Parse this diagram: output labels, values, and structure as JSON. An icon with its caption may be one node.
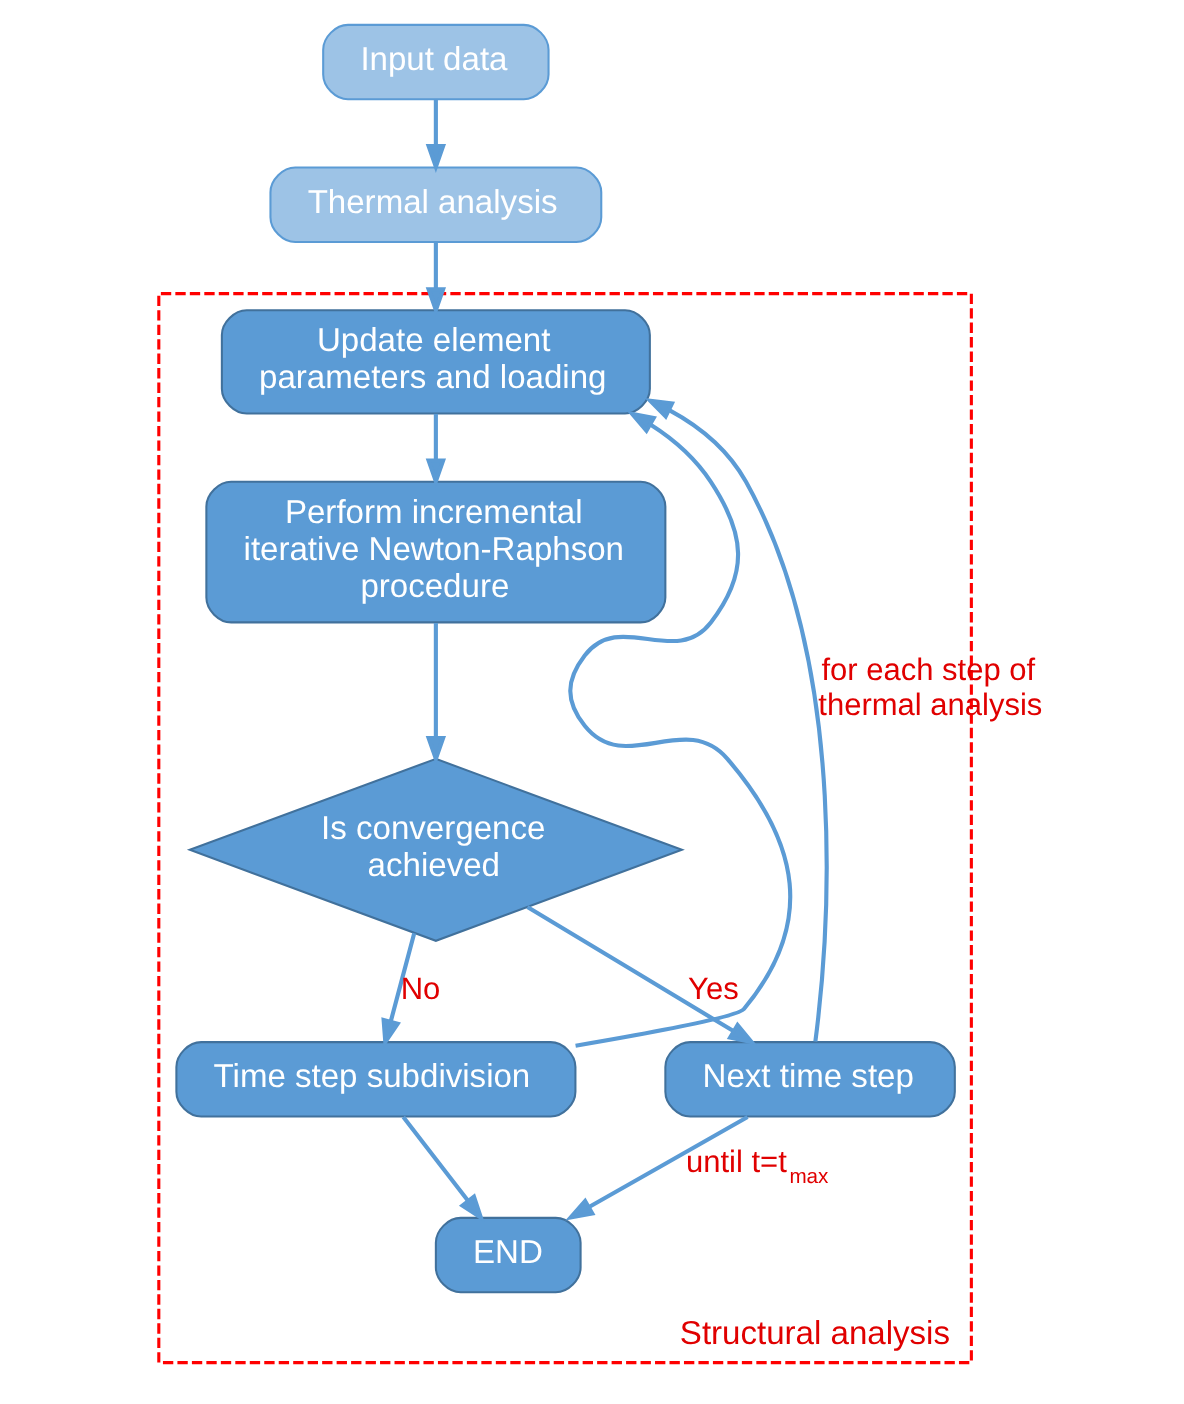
{
  "diagram": {
    "nodes": [
      {
        "text": [
          "Input data"
        ]
      },
      {
        "text": [
          "Thermal analysis"
        ]
      },
      {
        "text": [
          "Structural analysis"
        ]
      },
      {
        "text": [
          "Update element parameters and loading"
        ],
        "in": 2
      },
      {
        "text": [
          "Perform incremental iterative Newton-Raphson procedure"
        ],
        "in": 2
      },
      {
        "text": [
          "Is convergence achieved"
        ],
        "in": 2
      },
      {
        "text": [
          "Time step subdivision"
        ],
        "in": 2
      },
      {
        "text": [
          "Next time step"
        ],
        "in": 2
      },
      {
        "text": [
          "END"
        ],
        "in": 2
      }
    ],
    "edges": [
      {
        "from": 0,
        "to": 1,
        "arrow": "to"
      },
      {
        "from": 1,
        "to": 3,
        "arrow": "to"
      },
      {
        "from": 3,
        "to": 4,
        "arrow": "to"
      },
      {
        "from": 4,
        "to": 5,
        "arrow": "to"
      },
      {
        "from": 5,
        "to": 6,
        "arrow": "to",
        "label": "No"
      },
      {
        "from": 5,
        "to": 7,
        "arrow": "to",
        "label": "Yes"
      },
      {
        "from": 6,
        "to": 8,
        "arrow": "to"
      },
      {
        "from": 7,
        "to": 8,
        "arrow": "to",
        "label": "until t=t$_{max}$"
      },
      {
        "from": 6,
        "to": 3,
        "arrow": "to"
      },
      {
        "from": 7,
        "to": 3,
        "arrow": "to",
        "label": "for each step of thermal analysis"
      }
    ]
  }
}
